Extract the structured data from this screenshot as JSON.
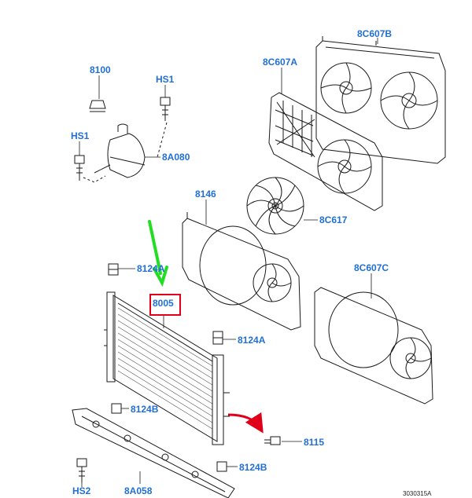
{
  "labels": {
    "p8100": "8100",
    "hs1_top": "HS1",
    "hs1_left": "HS1",
    "p8a080": "8A080",
    "p8c607a": "8C607A",
    "p8c607b": "8C607B",
    "p8146": "8146",
    "p8c617": "8C617",
    "p8124a_left": "8124A",
    "p8005": "8005",
    "p8c607c": "8C607C",
    "p8124a_right": "8124A",
    "p8124b_mid": "8124B",
    "p8115": "8115",
    "p8124b_bottom": "8124B",
    "hs2": "HS2",
    "p8a058": "8A058"
  },
  "reference": "3030315A",
  "colors": {
    "label": "#1f6fd6",
    "line": "#1a1a1a",
    "highlight_box": "#e0001a",
    "green_arrow": "#22dd22",
    "red_arrow": "#e0001a"
  },
  "highlighted_part": "8005"
}
